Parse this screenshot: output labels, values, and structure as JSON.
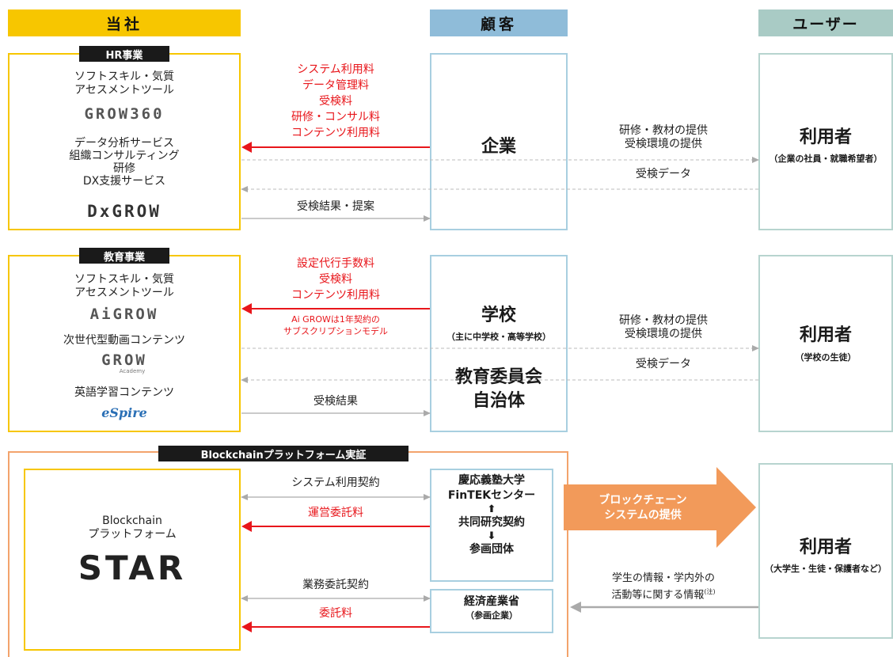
{
  "headers": {
    "company": "当社",
    "customer": "顧客",
    "user": "ユーザー"
  },
  "hr": {
    "tag": "HR事業",
    "tool_line1": "ソフトスキル・気質",
    "tool_line2": "アセスメントツール",
    "logo1": "GROW360",
    "svc1": "データ分析サービス",
    "svc2": "組織コンサルティング",
    "svc3": "研修",
    "svc4": "DX支援サービス",
    "logo2": "DxGROW",
    "fees": [
      "システム利用料",
      "データ管理料",
      "受検料",
      "研修・コンサル料",
      "コンテンツ利用料"
    ],
    "result": "受検結果・提案",
    "customer": "企業",
    "provide1": "研修・教材の提供",
    "provide2": "受検環境の提供",
    "data": "受検データ",
    "user_title": "利用者",
    "user_sub": "（企業の社員・就職希望者）"
  },
  "edu": {
    "tag": "教育事業",
    "tool_line1": "ソフトスキル・気質",
    "tool_line2": "アセスメントツール",
    "logo1": "AiGROW",
    "content1": "次世代型動画コンテンツ",
    "logo2": "GROW",
    "logo2_sub": "Academy",
    "content2": "英語学習コンテンツ",
    "logo3": "eSpire",
    "fees": [
      "設定代行手数料",
      "受検料",
      "コンテンツ利用料"
    ],
    "note1": "Ai GROWは1年契約の",
    "note2": "サブスクリプションモデル",
    "result": "受検結果",
    "customer1": "学校",
    "customer1_sub": "（主に中学校・高等学校）",
    "customer2a": "教育委員会",
    "customer2b": "自治体",
    "provide1": "研修・教材の提供",
    "provide2": "受検環境の提供",
    "data": "受検データ",
    "user_title": "利用者",
    "user_sub": "（学校の生徒）"
  },
  "bc": {
    "tag": "Blockchainプラットフォーム実証",
    "platform1": "Blockchain",
    "platform2": "プラットフォーム",
    "logo": "STAR",
    "contract1": "システム利用契約",
    "fee1": "運営委託料",
    "contract2": "業務委託契約",
    "fee2": "委託料",
    "partner1a": "慶応義塾大学",
    "partner1b": "FinTEKセンター",
    "partner1c": "共同研究契約",
    "partner1d": "参画団体",
    "partner2a": "経済産業省",
    "partner2b": "（参画企業）",
    "big_arrow1": "ブロックチェーン",
    "big_arrow2": "システムの提供",
    "info1": "学生の情報・学内外の",
    "info2": "活動等に関する情報",
    "info_note": "(注)",
    "user_title": "利用者",
    "user_sub": "（大学生・生徒・保護者など）"
  },
  "colors": {
    "yellow": "#f7c600",
    "blue": "#8fbcd9",
    "teal": "#a9cbc5",
    "red": "#e8161b",
    "orange": "#f29a5a",
    "gray": "#aaaaaa"
  }
}
